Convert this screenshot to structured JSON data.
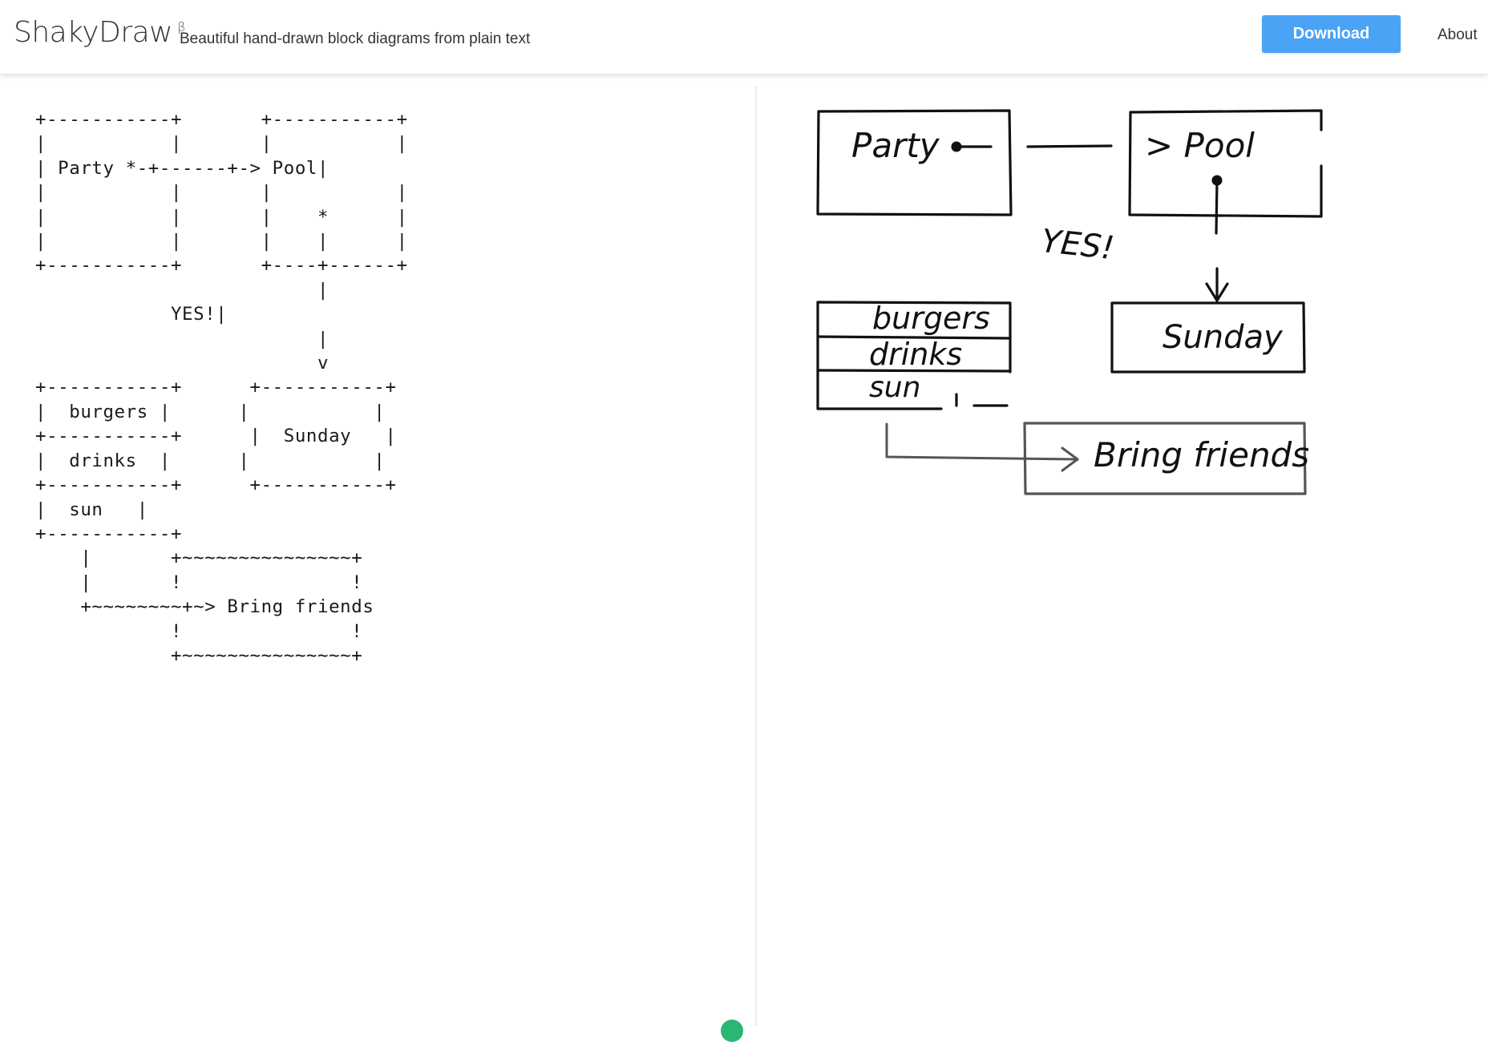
{
  "header": {
    "brand": "ShakyDraw",
    "beta": "β",
    "tagline": "Beautiful hand-drawn block diagrams from plain text",
    "download_label": "Download",
    "about_label": "About",
    "download_color": "#4ba3f5"
  },
  "editor": {
    "source": "+-----------+       +-----------+\n|           |       |           |\n| Party *-+------+-> Pool|\n|           |       |           |\n|           |       |    *      |\n|           |       |    |      |\n+-----------+       +----+------+\n                         |\n            YES!|\n                         |\n                         v\n+-----------+      +-----------+\n|  burgers |      |           |\n+-----------+      |  Sunday   |\n|  drinks  |      |           |\n+-----------+      +-----------+\n|  sun   |\n+-----------+\n    |       +~~~~~~~~~~~~~~~+\n    |       !               !\n    +~~~~~~~~+~> Bring friends\n            !               !\n            +~~~~~~~~~~~~~~~+"
  },
  "diagram": {
    "label_party": "Party",
    "label_pool": "> Pool",
    "label_yes": "YES!",
    "label_burgers": "burgers",
    "label_drinks": "drinks",
    "label_sun": "sun",
    "label_sunday": "Sunday",
    "label_bring": "Bring friends",
    "stroke_color": "#111111",
    "dashed_color": "#555555"
  },
  "status": {
    "dot_color": "#2bb673"
  }
}
